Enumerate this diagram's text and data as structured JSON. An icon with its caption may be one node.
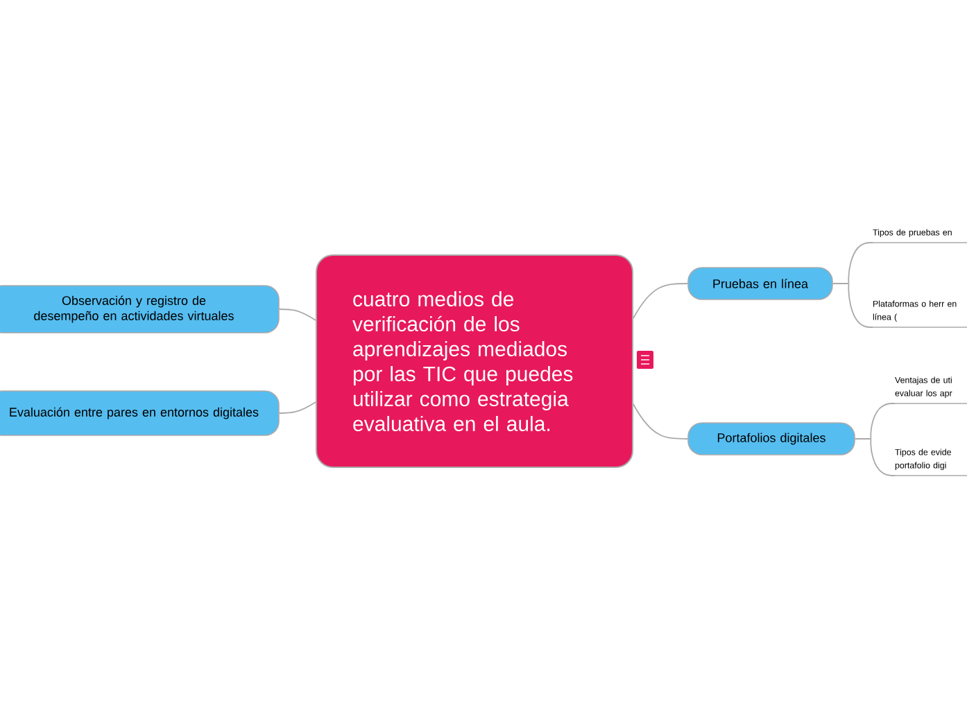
{
  "diagram": {
    "nodes": [
      {
        "text": [
          "cuatro  medios de verificación de los aprendizajes mediados por las TIC que puedes utilizar como estrategia evaluativa en el aula."
        ]
      },
      {
        "text": [
          "Pruebas en línea"
        ]
      },
      {
        "text": [
          "Portafolios digitales"
        ]
      },
      {
        "text": [
          "Observación y registro de desempeño en actividades virtuales"
        ]
      },
      {
        "text": [
          "Evaluación entre pares en entornos digitales"
        ]
      },
      {
        "text": [
          "Tipos de pruebas en"
        ]
      },
      {
        "text": [
          "Plataformas o herr en línea ("
        ]
      },
      {
        "text": [
          "Ventajas de uti evaluar los apr"
        ]
      },
      {
        "text": [
          "Tipos de evide portafolio digi"
        ]
      }
    ],
    "edges": [
      {
        "from": 0,
        "to": 1,
        "arrow": "none"
      },
      {
        "from": 0,
        "to": 2,
        "arrow": "none"
      },
      {
        "from": 0,
        "to": 3,
        "arrow": "none"
      },
      {
        "from": 0,
        "to": 4,
        "arrow": "none"
      },
      {
        "from": 1,
        "to": 5,
        "arrow": "none"
      },
      {
        "from": 1,
        "to": 6,
        "arrow": "none"
      },
      {
        "from": 2,
        "to": 7,
        "arrow": "none"
      },
      {
        "from": 2,
        "to": 8,
        "arrow": "none"
      }
    ]
  }
}
